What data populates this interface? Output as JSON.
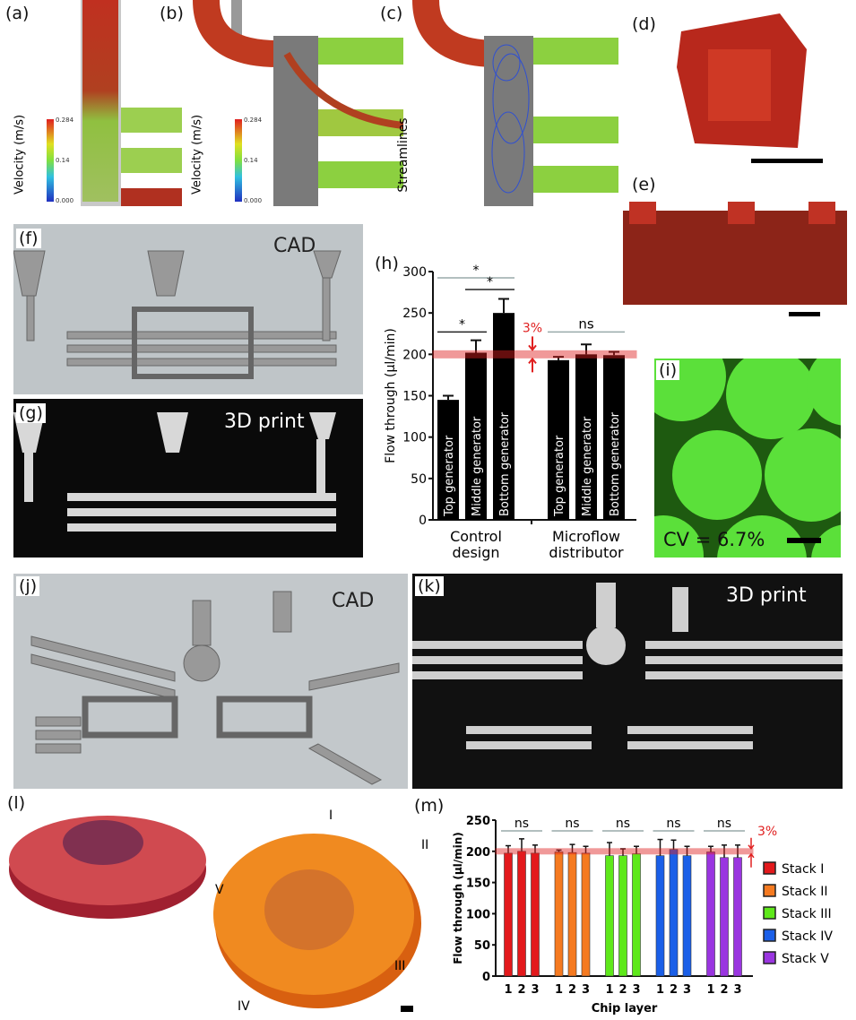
{
  "panels": {
    "a": {
      "label": "(a)",
      "colorbar_title": "Velocity (m/s)",
      "ticks": [
        "0.284",
        "0.14",
        "0.000"
      ]
    },
    "b": {
      "label": "(b)",
      "colorbar_title": "Velocity (m/s)",
      "ticks": [
        "0.284",
        "0.14",
        "0.000"
      ]
    },
    "c": {
      "label": "(c)",
      "side_label": "Streamlines"
    },
    "d": {
      "label": "(d)"
    },
    "e": {
      "label": "(e)"
    },
    "f": {
      "label": "(f)",
      "overlay": "CAD"
    },
    "g": {
      "label": "(g)",
      "overlay": "3D print"
    },
    "h": {
      "label": "(h)"
    },
    "i": {
      "label": "(i)",
      "overlay": "CV = 6.7%"
    },
    "j": {
      "label": "(j)",
      "overlay": "CAD"
    },
    "k": {
      "label": "(k)",
      "overlay": "3D print"
    },
    "l": {
      "label": "(l)",
      "stack_marks": [
        "I",
        "II",
        "III",
        "IV",
        "V"
      ]
    },
    "m": {
      "label": "(m)"
    }
  },
  "chart_data": [
    {
      "type": "bar",
      "id": "h",
      "ylabel": "Flow through (µl/min)",
      "ylim": [
        0,
        300
      ],
      "yticks": [
        0,
        50,
        100,
        150,
        200,
        250,
        300
      ],
      "groups": [
        {
          "name": "Control design",
          "line1": "Control",
          "line2": "design"
        },
        {
          "name": "Microflow distributor",
          "line1": "Microflow",
          "line2": "distributor"
        }
      ],
      "bars": [
        {
          "group": 0,
          "label": "Top generator",
          "value": 145,
          "err": 5
        },
        {
          "group": 0,
          "label": "Middle generator",
          "value": 202,
          "err": 15
        },
        {
          "group": 0,
          "label": "Bottom generator",
          "value": 250,
          "err": 17
        },
        {
          "group": 1,
          "label": "Top generator",
          "value": 193,
          "err": 4
        },
        {
          "group": 1,
          "label": "Middle generator",
          "value": 200,
          "err": 12
        },
        {
          "group": 1,
          "label": "Bottom generator",
          "value": 199,
          "err": 4
        }
      ],
      "reference": {
        "value": 200,
        "tolerance_label": "3%",
        "color": "#e02020"
      },
      "significance": [
        {
          "from": 0,
          "to": 2,
          "label": "*"
        },
        {
          "from": 1,
          "to": 2,
          "label": "*"
        },
        {
          "from": 0,
          "to": 1,
          "label": "*"
        },
        {
          "from": 3,
          "to": 5,
          "label": "ns"
        }
      ]
    },
    {
      "type": "bar",
      "id": "m",
      "xlabel": "Chip layer",
      "ylabel": "Flow through (µl/min)",
      "ylim": [
        0,
        250
      ],
      "yticks": [
        0,
        50,
        100,
        150,
        200,
        250
      ],
      "categories": [
        "1",
        "2",
        "3"
      ],
      "series": [
        {
          "name": "Stack I",
          "color": "#e3191c",
          "values": [
            197,
            200,
            197
          ],
          "err": [
            12,
            20,
            13
          ]
        },
        {
          "name": "Stack II",
          "color": "#f57a20",
          "values": [
            199,
            198,
            197
          ],
          "err": [
            3,
            13,
            11
          ]
        },
        {
          "name": "Stack III",
          "color": "#5ee81a",
          "values": [
            193,
            193,
            196
          ],
          "err": [
            21,
            11,
            12
          ]
        },
        {
          "name": "Stack IV",
          "color": "#1a5fe8",
          "values": [
            193,
            203,
            193
          ],
          "err": [
            26,
            15,
            15
          ]
        },
        {
          "name": "Stack V",
          "color": "#9a35e0",
          "values": [
            199,
            190,
            190
          ],
          "err": [
            9,
            20,
            20
          ]
        }
      ],
      "significance_label": "ns",
      "reference": {
        "value": 200,
        "tolerance_label": "3%",
        "color": "#e02020"
      },
      "legend": "right"
    }
  ]
}
